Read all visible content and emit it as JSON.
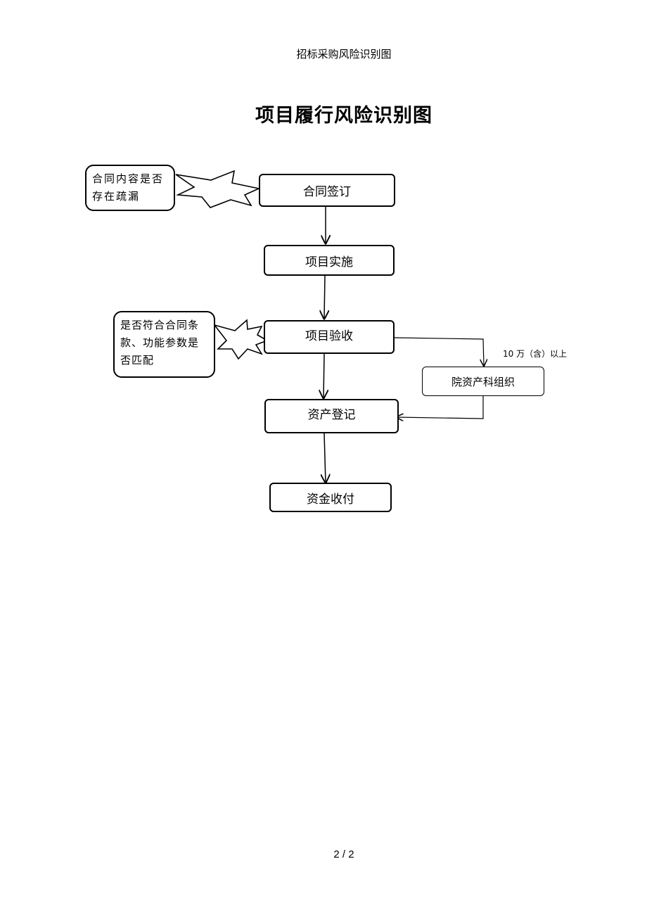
{
  "header": {
    "doc_title": "招标采购风险识别图"
  },
  "diagram": {
    "title": "项目履行风险识别图",
    "steps": {
      "contract_signing": "合同签订",
      "implementation": "项目实施",
      "acceptance": "项目验收",
      "asset_registration": "资产登记",
      "payment": "资金收付",
      "asset_dept_org": "院资产科组织"
    },
    "risks": {
      "contract_risk": "合同内容是否存在疏漏",
      "acceptance_risk": "是否符合合同条款、功能参数是否匹配"
    },
    "branch_condition": "10 万（含）以上"
  },
  "footer": {
    "page": "2 / 2"
  }
}
